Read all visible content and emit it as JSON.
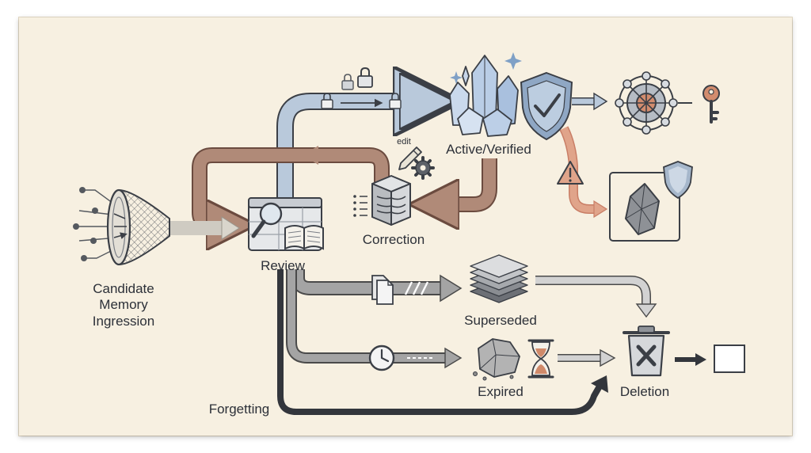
{
  "nodes": {
    "ingression": [
      "Candidate",
      "Memory",
      "Ingression"
    ],
    "review": "Review",
    "active": "Active/Verified",
    "correction": "Correction",
    "superseded": "Superseded",
    "expired": "Expired",
    "deletion": "Deletion",
    "forgetting": "Forgetting",
    "edit_tag": "edit"
  },
  "colors": {
    "blue_flow": "#b9c9db",
    "brown_flow": "#b08a78",
    "gray_flow": "#a4a4a4",
    "dark_flow": "#33363c",
    "warning": "#e0a48a",
    "crystal": "#b9cde6",
    "outline": "#3b3f46"
  },
  "icons": [
    "funnel-icon",
    "review-document-icon",
    "magnifier-icon",
    "book-icon",
    "padlock-icon",
    "crystal-icon",
    "shield-check-icon",
    "network-hub-icon",
    "key-icon",
    "warning-icon",
    "gem-icon",
    "box-3d-icon",
    "pencil-icon",
    "gear-icon",
    "document-copy-icon",
    "layers-icon",
    "clock-icon",
    "rock-icon",
    "hourglass-icon",
    "trash-x-icon",
    "empty-square-icon"
  ]
}
